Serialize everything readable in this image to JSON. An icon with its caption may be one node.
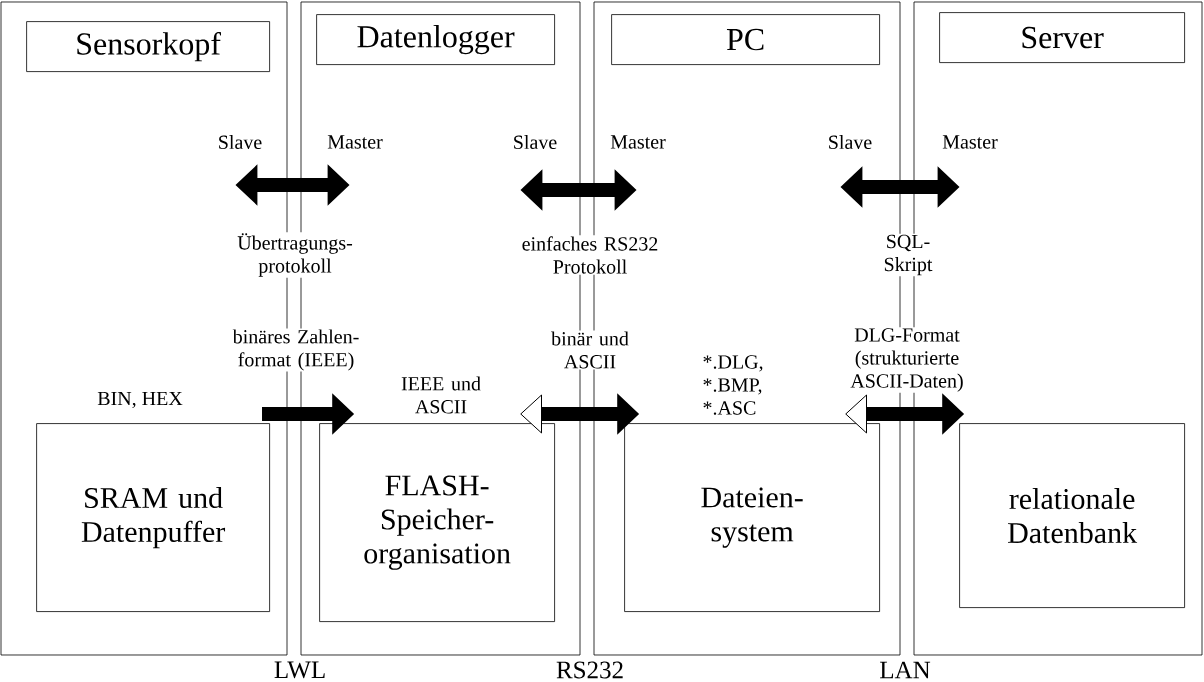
{
  "diagram": {
    "nodes": [
      {
        "text": [],
        "shape": "box"
      },
      {
        "text": [
          "Sensorkopf"
        ],
        "in": 0
      },
      {
        "text": [
          "SRAM und Datenpuffer"
        ],
        "in": 0
      },
      {
        "text": [],
        "shape": "box"
      },
      {
        "text": [
          "Datenlogger"
        ],
        "in": 3
      },
      {
        "text": [
          "FLASH- Speicher- organisation"
        ],
        "in": 3
      },
      {
        "text": [],
        "shape": "box"
      },
      {
        "text": [
          "PC"
        ],
        "in": 6
      },
      {
        "text": [
          "Dateien- system"
        ],
        "in": 6
      },
      {
        "text": [],
        "shape": "box"
      },
      {
        "text": [
          "Server"
        ],
        "in": 9
      },
      {
        "text": [
          "relationale Datenbank"
        ],
        "in": 9
      }
    ],
    "edges": [
      {
        "from": 0,
        "to": 3,
        "arrow": "both"
      },
      {
        "from": 3,
        "to": 6,
        "arrow": "both"
      },
      {
        "from": 6,
        "to": 9,
        "arrow": "both"
      },
      {
        "from": 2,
        "to": 5,
        "arrow": "to"
      },
      {
        "from": 5,
        "to": 8,
        "arrow": "both"
      },
      {
        "from": 8,
        "to": 11,
        "arrow": "both"
      }
    ],
    "labels": [
      "Slave",
      "Master",
      "Slave",
      "Master",
      "Slave",
      "Master",
      "Übertragungs- protokoll",
      "einfaches RS232 Protokoll",
      "SQL- Skript",
      "binäres Zahlen- format (IEEE)",
      "binär und ASCII",
      "*.DLG, *.BMP, *.ASC",
      "DLG-Format (strukturierte ASCII-Daten)",
      "BIN, HEX",
      "IEEE und ASCII",
      "LWL",
      "RS232",
      "LAN"
    ]
  }
}
